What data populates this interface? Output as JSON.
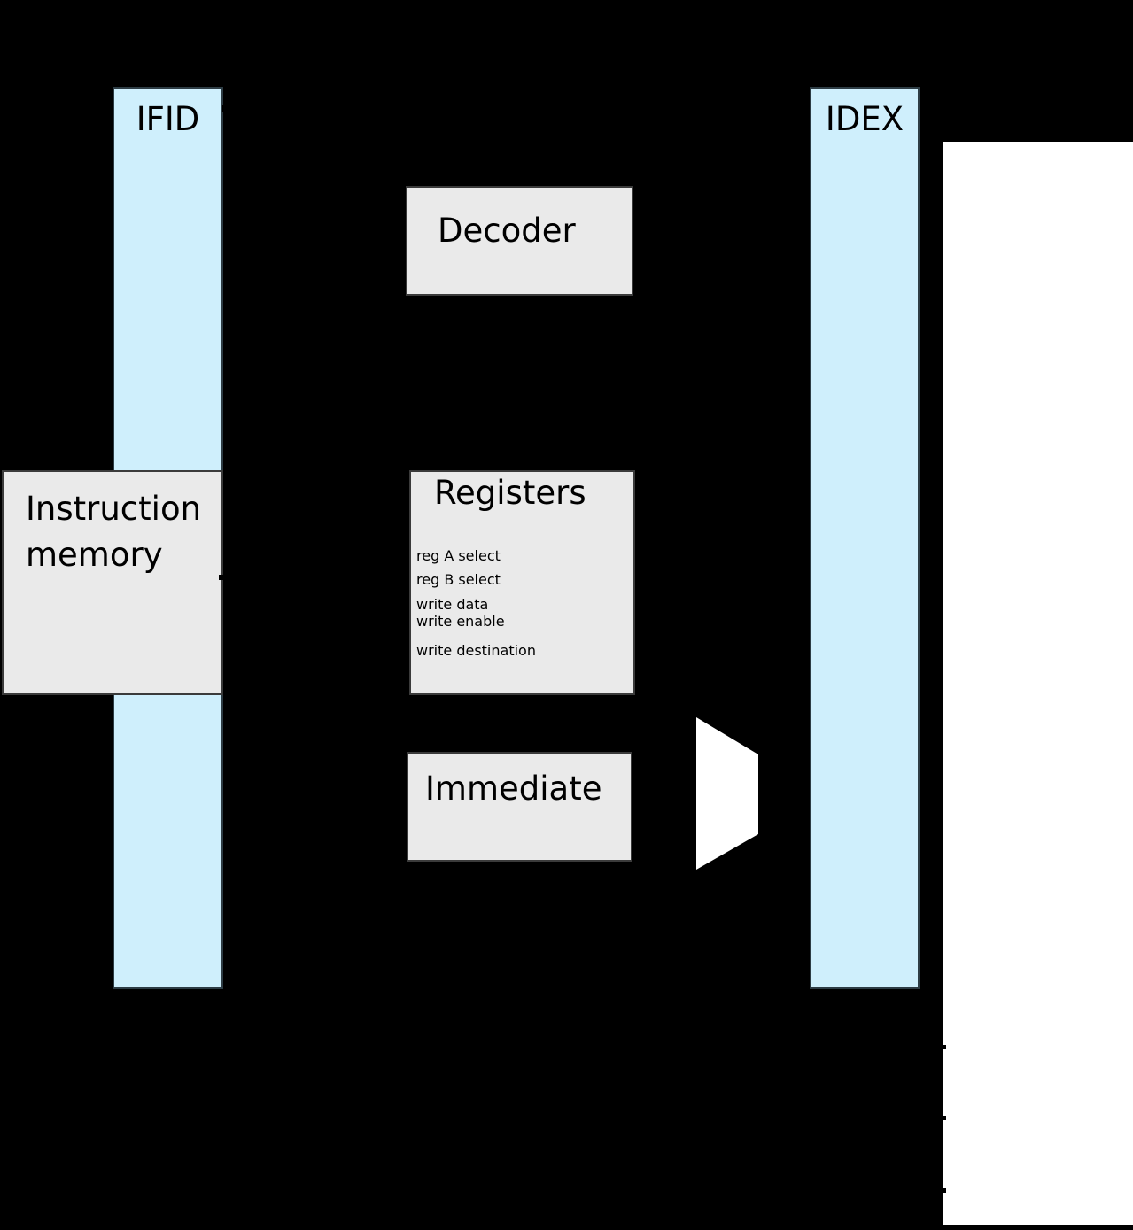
{
  "diagram": {
    "bars": [
      {
        "label": "IFID"
      },
      {
        "label": "IDEX"
      }
    ],
    "decoder": {
      "label": "Decoder"
    },
    "instruction_memory": {
      "line1": "Instruction",
      "line2": "memory"
    },
    "registers": {
      "title": "Registers",
      "ports": [
        "reg A select",
        "reg B select",
        "write data",
        "write enable",
        "write destination"
      ]
    },
    "immediate": {
      "label": "Immediate"
    },
    "colors": {
      "bg": "#000000",
      "bar_fill": "#cfeffc",
      "bar_border": "#2d3c44",
      "block_fill": "#eaeaea",
      "block_border": "#3b3b3b",
      "mux_fill": "#ffffff",
      "panel_fill": "#ffffff",
      "text": "#000000"
    }
  }
}
